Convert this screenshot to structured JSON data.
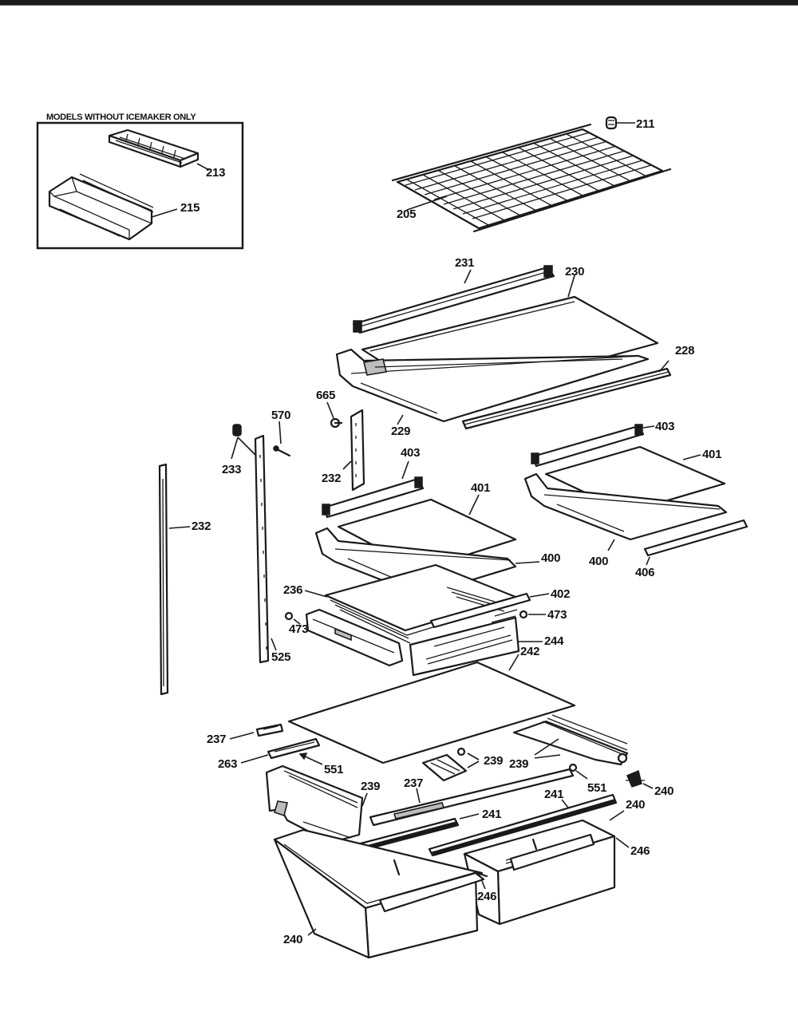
{
  "inset_note": "MODELS WITHOUT ICEMAKER ONLY",
  "labels": {
    "p211": "211",
    "p213": "213",
    "p215": "215",
    "p205": "205",
    "p231": "231",
    "p230": "230",
    "p228": "228",
    "p229": "229",
    "p665": "665",
    "p570": "570",
    "p233": "233",
    "p232a": "232",
    "p232b": "232",
    "p403a": "403",
    "p403b": "403",
    "p401a": "401",
    "p401b": "401",
    "p400a": "400",
    "p400b": "400",
    "p406": "406",
    "p236": "236",
    "p402": "402",
    "p473a": "473",
    "p473b": "473",
    "p525": "525",
    "p244": "244",
    "p242": "242",
    "p237a": "237",
    "p263": "263",
    "p551a": "551",
    "p239a": "239",
    "p239b": "239",
    "p239c": "239",
    "p237b": "237",
    "p551b": "551",
    "p240a": "240",
    "p241a": "241",
    "p241b": "241",
    "p240b": "240",
    "p246a": "246",
    "p246b": "246",
    "p240c": "240"
  }
}
